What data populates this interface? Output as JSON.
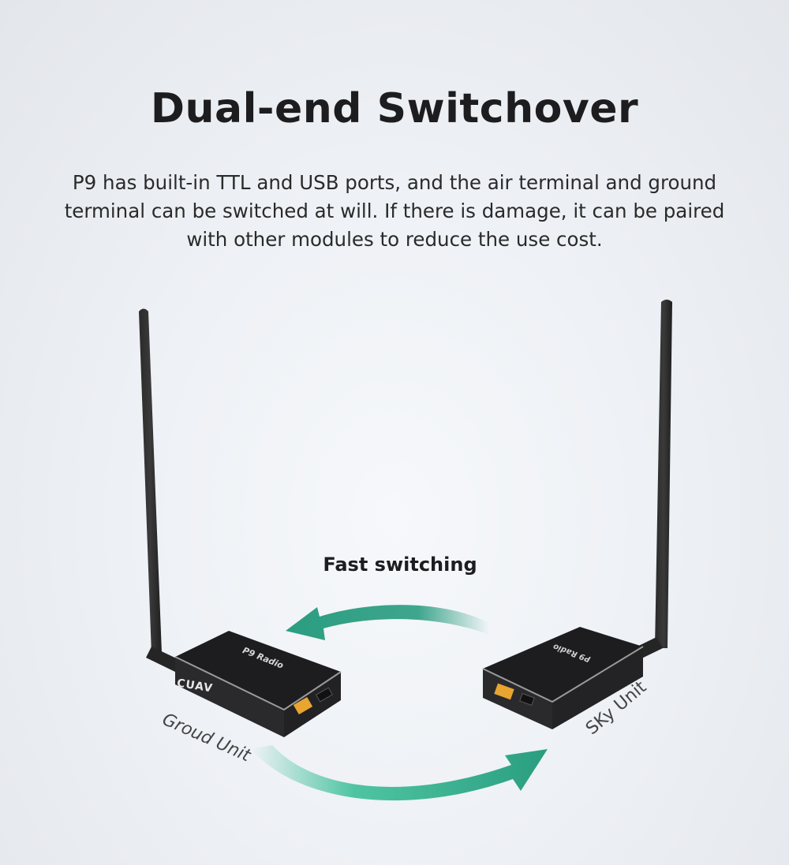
{
  "header": {
    "title": "Dual-end Switchover",
    "description": "P9 has built-in TTL and USB ports, and the air terminal and ground terminal can be switched at will. If there is damage, it can be paired with other modules to reduce the use cost."
  },
  "diagram": {
    "caption": "Fast switching",
    "arrow_color": "#2a9d80",
    "left_device": {
      "label": "Groud Unit",
      "brand": "CUAV",
      "model": "P9 Radio"
    },
    "right_device": {
      "label": "SKy Unit",
      "model": "P9 Radio"
    }
  }
}
